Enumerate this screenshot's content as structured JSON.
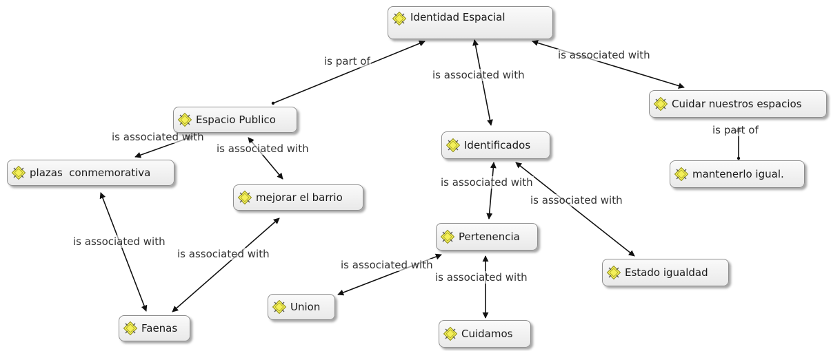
{
  "concepts": {
    "identidad_espacial": "Identidad Espacial",
    "espacio_publico": "Espacio Publico",
    "plazas": "plazas  conmemorativa",
    "mejorar_barrio": "mejorar el barrio",
    "faenas": "Faenas",
    "identificados": "Identificados",
    "pertenencia": "Pertenencia",
    "union": "Union",
    "cuidamos": "Cuidamos",
    "estado_igualdad": "Estado igualdad",
    "cuidar_espacios": "Cuidar nuestros espacios",
    "mantenerlo": "mantenerlo igual."
  },
  "links": {
    "identidad_espacio": "is part of",
    "identidad_identificados": "is associated with",
    "identidad_cuidar": "is associated with",
    "espacio_plazas": "is associated with",
    "espacio_mejorar": "is associated with",
    "plazas_faenas": "is associated with",
    "mejorar_faenas": "is associated with",
    "identificados_pertenencia": "is associated with",
    "identificados_estado": "is associated with",
    "pertenencia_union": "is associated with",
    "pertenencia_cuidamos": "is associated with",
    "cuidar_mantenerlo": "is part of"
  },
  "icon": "concept-node-icon"
}
